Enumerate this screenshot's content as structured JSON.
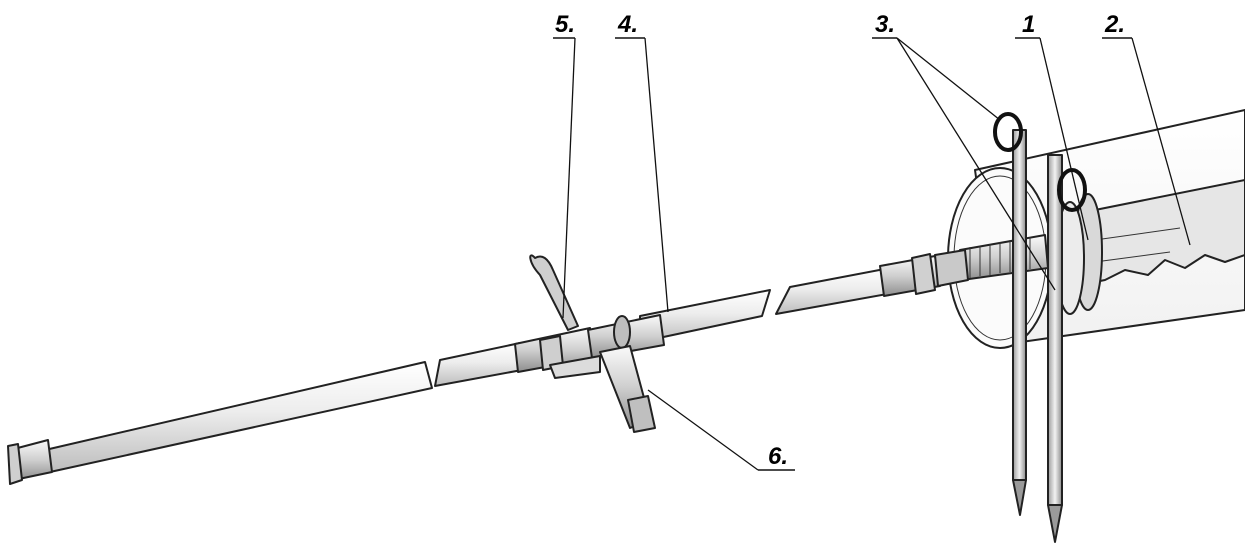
{
  "callouts": {
    "c1": "1",
    "c2": "2.",
    "c3": "3.",
    "c4": "4.",
    "c5": "5.",
    "c6": "6."
  },
  "colors": {
    "hose_fill": "#ececec",
    "metal_fill": "#dcdcdc",
    "tube_fill": "#f4f4f4",
    "outline": "#222222"
  }
}
